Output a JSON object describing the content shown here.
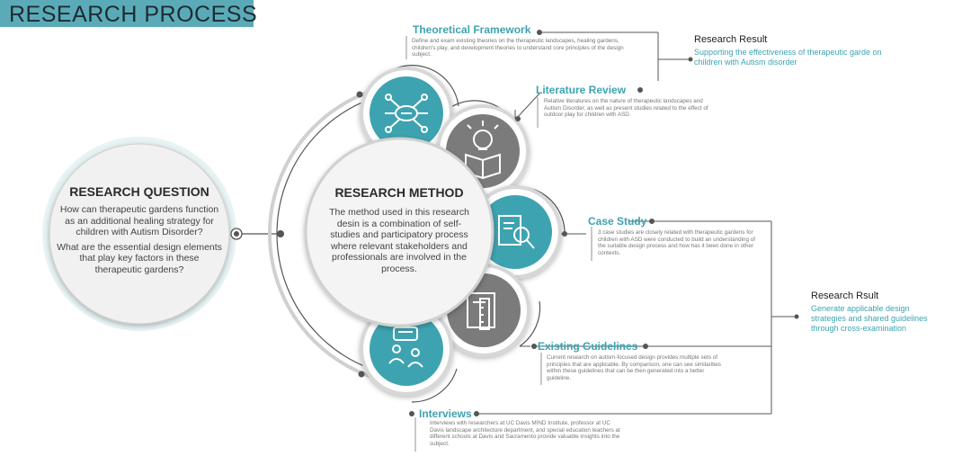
{
  "title": "RESEARCH PROCESS",
  "question": {
    "title": "RESEARCH QUESTION",
    "q1": "How can therapeutic gardens function as an additional healing strategy for children with Autism Disorder?",
    "q2": "What are the essential design elements that play key factors in these therapeutic gardens?"
  },
  "method": {
    "title": "RESEARCH METHOD",
    "body": "The method used in this research desin is a combination of self-studies and participatory process where relevant stakeholders and professionals are involved in the process."
  },
  "steps": [
    {
      "title": "Theoretical Framework",
      "desc": "Define and exam existing theories on the therapeutic landscapes, healing gardens, children's play, and development theories to understand core principles of the design subject."
    },
    {
      "title": "Literature Review",
      "desc": "Relative literatures on the nature of therapeutic landscapes and Autism Disorder, as well as present studies related to the effect of outdoor play for children with ASD."
    },
    {
      "title": "Case Study",
      "desc": "3 case studies are closely related with therapeutic gardens for children with ASD were conducted to build an understanding of the suitable design process and how has it been done in other contexts."
    },
    {
      "title": "Existing Guidelines",
      "desc": "Current research on autism-focused design provides multiple sets of principles that are applicable. By comparison, one can see similarities within these guidelines that can be then generated into a better guideline."
    },
    {
      "title": "Interviews",
      "desc": "Interviews with researchers at UC Davis MIND Institute, professor at UC Davis landscape architecture department, and special education teachers at different schools at Davis and Sacramento provide valuable insights into the subject."
    }
  ],
  "results": [
    {
      "title": "Research Result",
      "body": "Supporting the effectiveness of therapeutic garde on children with Autism disorder"
    },
    {
      "title": "Research Rsult",
      "body": "Generate applicable design strategies and shared guidelines through cross-examination"
    }
  ],
  "icons": [
    "network-icon",
    "lightbulb-book-icon",
    "magnifier-document-icon",
    "ruler-document-icon",
    "conversation-icon"
  ],
  "colors": {
    "teal": "#3ea3b0",
    "gray": "#7b7b7b",
    "banner": "#5aabb7",
    "line": "#555555"
  }
}
